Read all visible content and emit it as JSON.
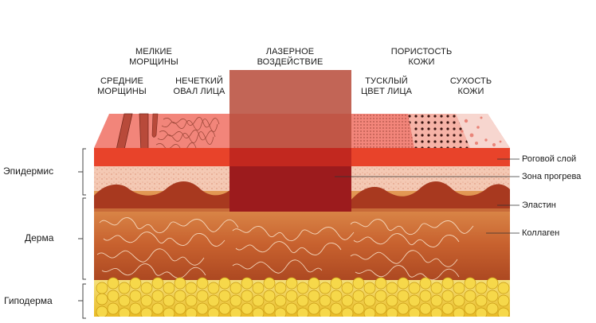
{
  "labels": {
    "medium_wrinkles": [
      "СРЕДНИЕ",
      "МОРЩИНЫ"
    ],
    "fine_wrinkles": [
      "МЕЛКИЕ",
      "МОРЩИНЫ"
    ],
    "blurry_oval": [
      "НЕЧЕТКИЙ",
      "ОВАЛ ЛИЦА"
    ],
    "laser": [
      "ЛАЗЕРНОЕ",
      "ВОЗДЕЙСТВИЕ"
    ],
    "dull_complexion": [
      "ТУСКЛЫЙ",
      "ЦВЕТ ЛИЦА"
    ],
    "porosity": [
      "ПОРИСТОСТЬ",
      "КОЖИ"
    ],
    "dryness": [
      "СУХОСТЬ",
      "КОЖИ"
    ]
  },
  "layers_left": {
    "epidermis": "Эпидермис",
    "dermis": "Дерма",
    "hypodermis": "Гиподерма"
  },
  "layers_right": {
    "stratum_corneum": "Роговой слой",
    "heating_zone": "Зона прогрева",
    "elastin": "Эластин",
    "collagen": "Коллаген"
  },
  "colors": {
    "top_skin": "#f2857a",
    "corneum": "#e8432a",
    "epidermis_band": "#f4c9b4",
    "elastin_wave": "#a8391f",
    "dermis": "#c8622f",
    "hypodermis_fat": "#f2d23a",
    "laser_beam": "#b9503f",
    "laser_heat": "#9c1b1d"
  }
}
